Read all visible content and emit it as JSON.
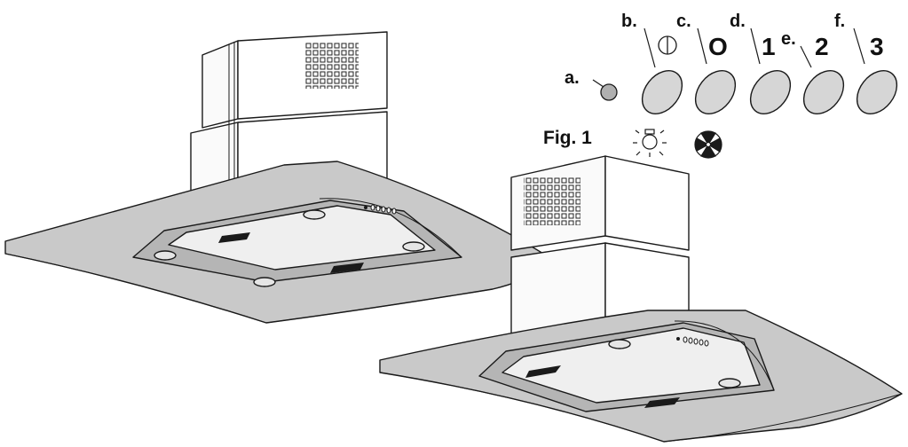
{
  "figure": {
    "title": "Fig. 1"
  },
  "control_panel": {
    "indicator": {
      "letter": "a."
    },
    "buttons": [
      {
        "letter": "b.",
        "symbol": "⦶",
        "icon": "power-icon"
      },
      {
        "letter": "c.",
        "symbol": "O"
      },
      {
        "letter": "d.",
        "symbol": "1"
      },
      {
        "letter": "e.",
        "symbol": "2"
      },
      {
        "letter": "f.",
        "symbol": "3"
      }
    ],
    "legend_icons": [
      "light-bulb-icon",
      "fan-icon"
    ]
  },
  "colors": {
    "hood_body": "#d6d6d6",
    "glass": "#c9c9c9",
    "filter": "#ececec",
    "outline": "#1a1a1a"
  }
}
